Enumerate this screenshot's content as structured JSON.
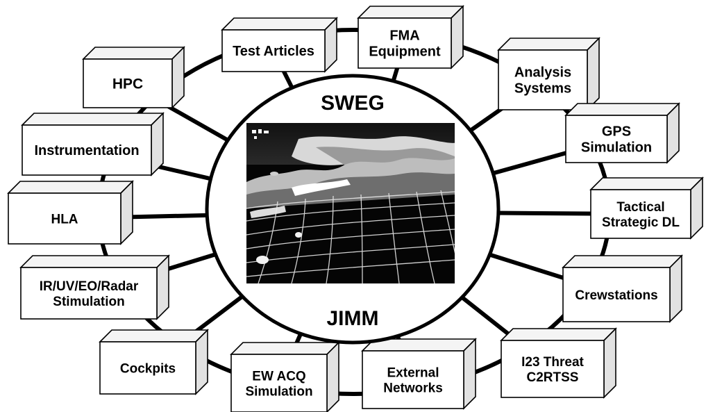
{
  "hub": {
    "top_label": "SWEG",
    "bottom_label": "JIMM"
  },
  "nodes": [
    {
      "id": "hpc",
      "lines": [
        "HPC"
      ]
    },
    {
      "id": "test-articles",
      "lines": [
        "Test Articles"
      ]
    },
    {
      "id": "fma-equipment",
      "lines": [
        "FMA",
        "Equipment"
      ]
    },
    {
      "id": "analysis-systems",
      "lines": [
        "Analysis",
        "Systems"
      ]
    },
    {
      "id": "gps-simulation",
      "lines": [
        "GPS",
        "Simulation"
      ]
    },
    {
      "id": "tactical-strategic-dl",
      "lines": [
        "Tactical",
        "Strategic DL"
      ]
    },
    {
      "id": "crewstations",
      "lines": [
        "Crewstations"
      ]
    },
    {
      "id": "i23-threat-c2rtss",
      "lines": [
        "I23 Threat",
        "C2RTSS"
      ]
    },
    {
      "id": "external-networks",
      "lines": [
        "External",
        "Networks"
      ]
    },
    {
      "id": "ew-acq-simulation",
      "lines": [
        "EW ACQ",
        "Simulation"
      ]
    },
    {
      "id": "cockpits",
      "lines": [
        "Cockpits"
      ]
    },
    {
      "id": "ir-uv-eo-radar-stimulation",
      "lines": [
        "IR/UV/EO/Radar",
        "Stimulation"
      ]
    },
    {
      "id": "hla",
      "lines": [
        "HLA"
      ]
    },
    {
      "id": "instrumentation",
      "lines": [
        "Instrumentation"
      ]
    }
  ]
}
